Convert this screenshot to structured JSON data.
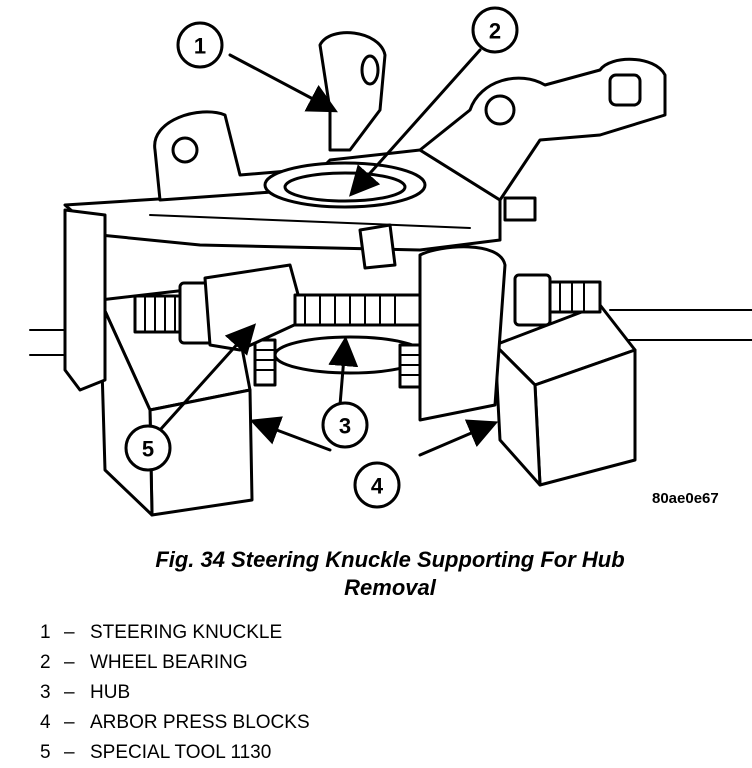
{
  "figure_id": "80ae0e67",
  "caption": {
    "line1": "Fig. 34 Steering Knuckle Supporting For Hub",
    "line2": "Removal"
  },
  "callouts": [
    "1",
    "2",
    "3",
    "4",
    "5"
  ],
  "legend": [
    {
      "number": "1",
      "separator": "–",
      "label": "STEERING KNUCKLE"
    },
    {
      "number": "2",
      "separator": "–",
      "label": "WHEEL BEARING"
    },
    {
      "number": "3",
      "separator": "–",
      "label": "HUB"
    },
    {
      "number": "4",
      "separator": "–",
      "label": "ARBOR PRESS BLOCKS"
    },
    {
      "number": "5",
      "separator": "–",
      "label": "SPECIAL TOOL 1130"
    }
  ]
}
